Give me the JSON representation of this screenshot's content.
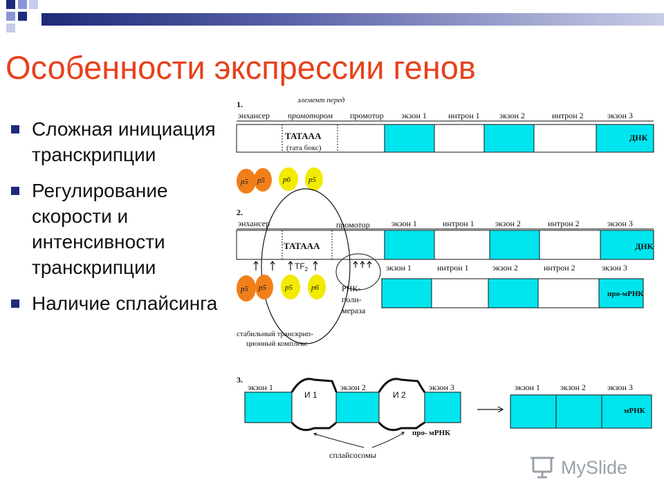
{
  "slide": {
    "title": "Особенности экспрессии генов",
    "bullets": [
      "Сложная инициация транскрипции",
      "Регулирование скорости  и интенсивности транскрипции",
      "Наличие сплайсинга"
    ]
  },
  "diagram": {
    "panel1": {
      "number": "1.",
      "element_note": "элемент перед",
      "labels": [
        "энхансер",
        "промотором",
        "промотор",
        "экзон 1",
        "интрон 1",
        "экзон 2",
        "интрон 2",
        "экзон 3"
      ],
      "tata": "ТАТААА",
      "tata_box": "(тата бокс)",
      "dna": "ДНК",
      "factors": [
        "р5",
        "р5",
        "р6",
        "р5"
      ]
    },
    "panel2": {
      "number": "2.",
      "labels_top": [
        "энхансер",
        "промотор",
        "экзон 1",
        "интрон 1",
        "экзон 2",
        "интрон 2",
        "экзон 3"
      ],
      "tata": "ТАТААА",
      "dna": "ДНК",
      "tf2": "TF",
      "tf2_sub": "2",
      "labels_bottom": [
        "экзон 1",
        "интрон 1",
        "экзон 2",
        "интрон 2",
        "экзон 3"
      ],
      "pre_mrna": "про-мРНК",
      "polymerase": [
        "РНК-",
        "поли-",
        "мераза"
      ],
      "complex": [
        "стабильный транскрип-",
        "ционный комплекс"
      ],
      "factors": [
        "р5",
        "р5",
        "р5",
        "р6"
      ]
    },
    "panel3": {
      "number": "3.",
      "exons": [
        "экзон 1",
        "экзон 2",
        "экзон 3"
      ],
      "introns": [
        "И 1",
        "И 2"
      ],
      "pre_mrna": "про- мРНК",
      "spliceosomes": "сплайсосомы",
      "mrna_exons": [
        "экзон 1",
        "экзон 2",
        "экзон 3"
      ],
      "mrna": "мРНК"
    }
  },
  "watermark": {
    "text": "MySlide"
  },
  "colors": {
    "title": "#e8401c",
    "bullet": "#1f2a7a",
    "exon": "#00e5ee",
    "factor_orange": "#f07f1a",
    "factor_yellow": "#f2ea00",
    "deco_navy": "#1f2a7a",
    "deco_blue": "#8a94d8"
  }
}
